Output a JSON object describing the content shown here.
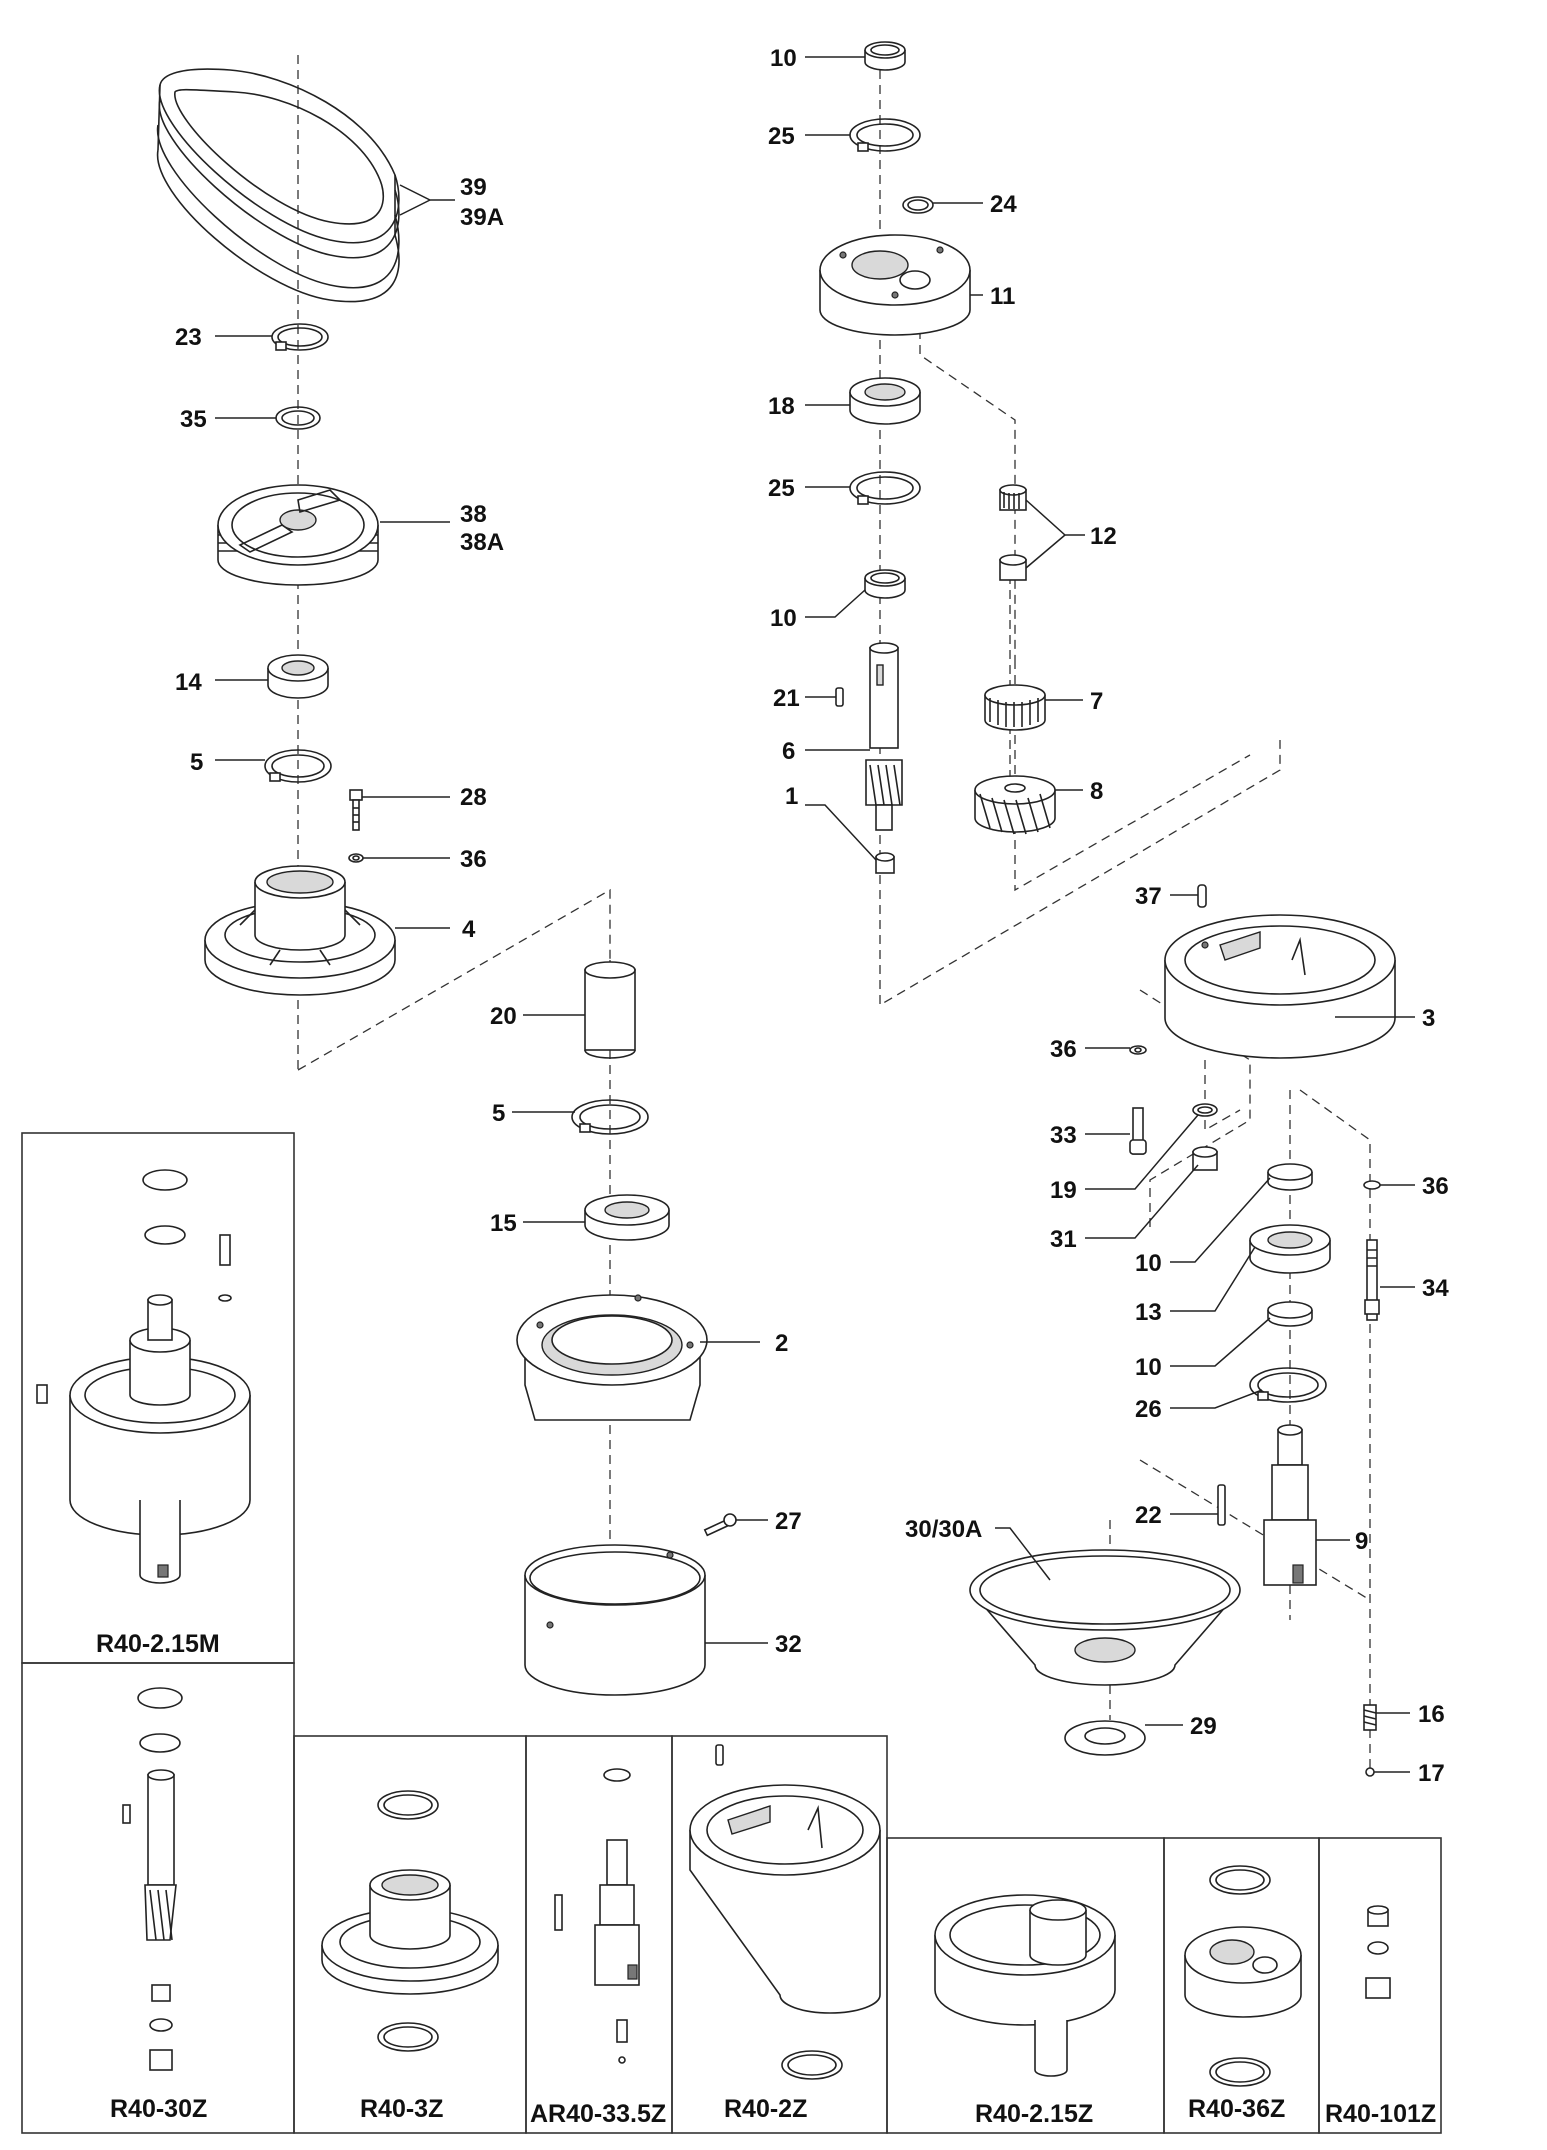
{
  "callouts": {
    "c39": "39",
    "c39a": "39A",
    "c23": "23",
    "c35": "35",
    "c38": "38",
    "c38a": "38A",
    "c14": "14",
    "c5a": "5",
    "c28": "28",
    "c36a": "36",
    "c4": "4",
    "c10a": "10",
    "c25a": "25",
    "c24": "24",
    "c11": "11",
    "c18": "18",
    "c25b": "25",
    "c12": "12",
    "c10b": "10",
    "c21": "21",
    "c7": "7",
    "c6": "6",
    "c1": "1",
    "c8": "8",
    "c37": "37",
    "c3": "3",
    "c20": "20",
    "c36b": "36",
    "c5b": "5",
    "c33": "33",
    "c19": "19",
    "c15": "15",
    "c31": "31",
    "c36c": "36",
    "c10c": "10",
    "c34": "34",
    "c13": "13",
    "c2": "2",
    "c10d": "10",
    "c26": "26",
    "c27": "27",
    "c22": "22",
    "c9": "9",
    "c30": "30/30A",
    "c32": "32",
    "c16": "16",
    "c29": "29",
    "c17": "17"
  },
  "kits": {
    "k1": "R40-2.15M",
    "k2": "R40-30Z",
    "k3": "R40-3Z",
    "k4": "AR40-33.5Z",
    "k5": "R40-2Z",
    "k6": "R40-2.15Z",
    "k7": "R40-36Z",
    "k8": "R40-101Z"
  }
}
